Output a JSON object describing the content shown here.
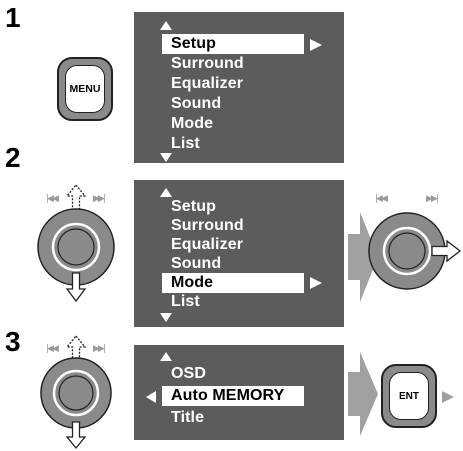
{
  "steps": {
    "step1": "1",
    "step2": "2",
    "step3": "3"
  },
  "buttons": {
    "menu_label": "MENU",
    "ent_label": "ENT"
  },
  "skip_glyphs": {
    "prev": "|◀◀",
    "next": "▶▶|"
  },
  "menu1": {
    "items": [
      {
        "label": "Setup",
        "selected": true
      },
      {
        "label": "Surround",
        "selected": false
      },
      {
        "label": "Equalizer",
        "selected": false
      },
      {
        "label": "Sound",
        "selected": false
      },
      {
        "label": "Mode",
        "selected": false
      },
      {
        "label": "List",
        "selected": false
      }
    ]
  },
  "menu2": {
    "items": [
      {
        "label": "Setup",
        "selected": false
      },
      {
        "label": "Surround",
        "selected": false
      },
      {
        "label": "Equalizer",
        "selected": false
      },
      {
        "label": "Sound",
        "selected": false
      },
      {
        "label": "Mode",
        "selected": true
      },
      {
        "label": "List",
        "selected": false
      }
    ]
  },
  "menu3": {
    "items": [
      {
        "label": "OSD",
        "selected": false
      },
      {
        "label": "Auto MEMORY",
        "selected": true
      },
      {
        "label": "Title",
        "selected": false
      }
    ]
  },
  "colors": {
    "screen_bg": "#5c5c5c",
    "knob_gray": "#8a8a8a",
    "arrow_gray": "#a0a0a0"
  },
  "icons": [
    "menu-button",
    "control-dial",
    "up-arrow-icon",
    "down-arrow-icon",
    "right-arrow-icon",
    "skip-back-icon",
    "skip-forward-icon",
    "ent-button"
  ]
}
